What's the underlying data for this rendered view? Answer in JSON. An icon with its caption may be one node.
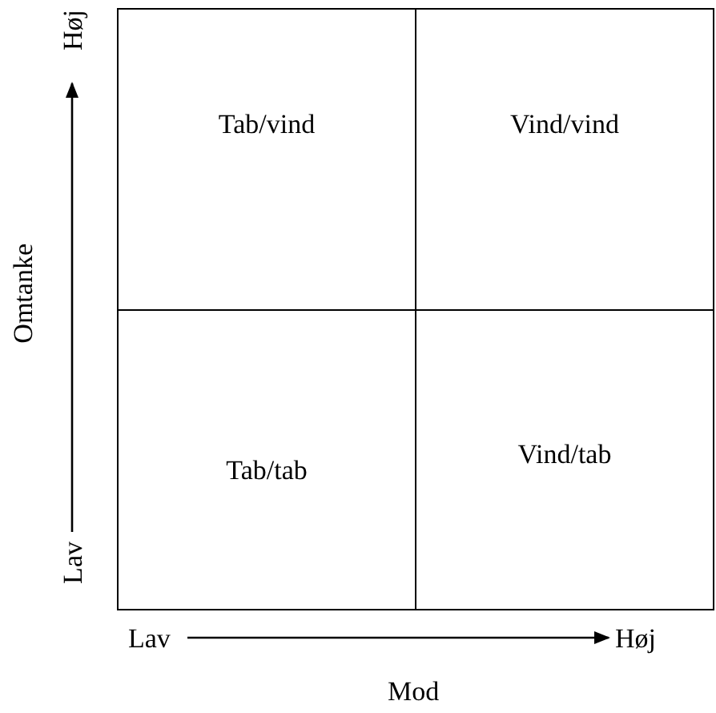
{
  "diagram": {
    "nodes": [
      {
        "text": [
          "Tab/vind"
        ]
      },
      {
        "text": [
          "Vind/vind"
        ]
      },
      {
        "text": [
          "Tab/tab"
        ]
      },
      {
        "text": [
          "Vind/tab"
        ]
      }
    ],
    "labels": [
      "Høj",
      "Omtanke",
      "Lav",
      "Lav",
      "Høj",
      "Mod"
    ]
  }
}
